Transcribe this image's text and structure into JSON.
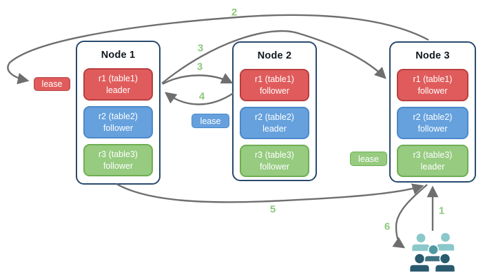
{
  "nodes": [
    {
      "title": "Node 1",
      "replicas": [
        {
          "label": "r1 (table1)",
          "role": "leader",
          "color": "red"
        },
        {
          "label": "r2 (table2)",
          "role": "follower",
          "color": "blue"
        },
        {
          "label": "r3 (table3)",
          "role": "follower",
          "color": "green"
        }
      ]
    },
    {
      "title": "Node 2",
      "replicas": [
        {
          "label": "r1 (table1)",
          "role": "follower",
          "color": "red"
        },
        {
          "label": "r2 (table2)",
          "role": "leader",
          "color": "blue"
        },
        {
          "label": "r3 (table3)",
          "role": "follower",
          "color": "green"
        }
      ]
    },
    {
      "title": "Node 3",
      "replicas": [
        {
          "label": "r1 (table1)",
          "role": "follower",
          "color": "red"
        },
        {
          "label": "r2 (table2)",
          "role": "follower",
          "color": "blue"
        },
        {
          "label": "r3 (table3)",
          "role": "leader",
          "color": "green"
        }
      ]
    }
  ],
  "leases": [
    {
      "label": "lease",
      "range": "r1",
      "color": "red"
    },
    {
      "label": "lease",
      "range": "r2",
      "color": "blue"
    },
    {
      "label": "lease",
      "range": "r3",
      "color": "green"
    }
  ],
  "steps": {
    "s1": "1",
    "s2": "2",
    "s3a": "3",
    "s3b": "3",
    "s4": "4",
    "s5": "5",
    "s6": "6"
  },
  "icons": {
    "users_group": "users-group-icon"
  },
  "colors": {
    "leader_red": "#e05c5c",
    "red_border": "#b73e3e",
    "follower_blue": "#66a1dd",
    "blue_border": "#4c88c9",
    "follower_green": "#96cb80",
    "green_border": "#6fae53",
    "node_border": "#27496d",
    "arrow_gray": "#6e6e6e",
    "step_green": "#8cc87b",
    "users_light": "#8ac8ca",
    "users_mid_head": "#4f99a3",
    "users_mid_body": "#3f7282",
    "users_dark": "#2a5a6e"
  }
}
